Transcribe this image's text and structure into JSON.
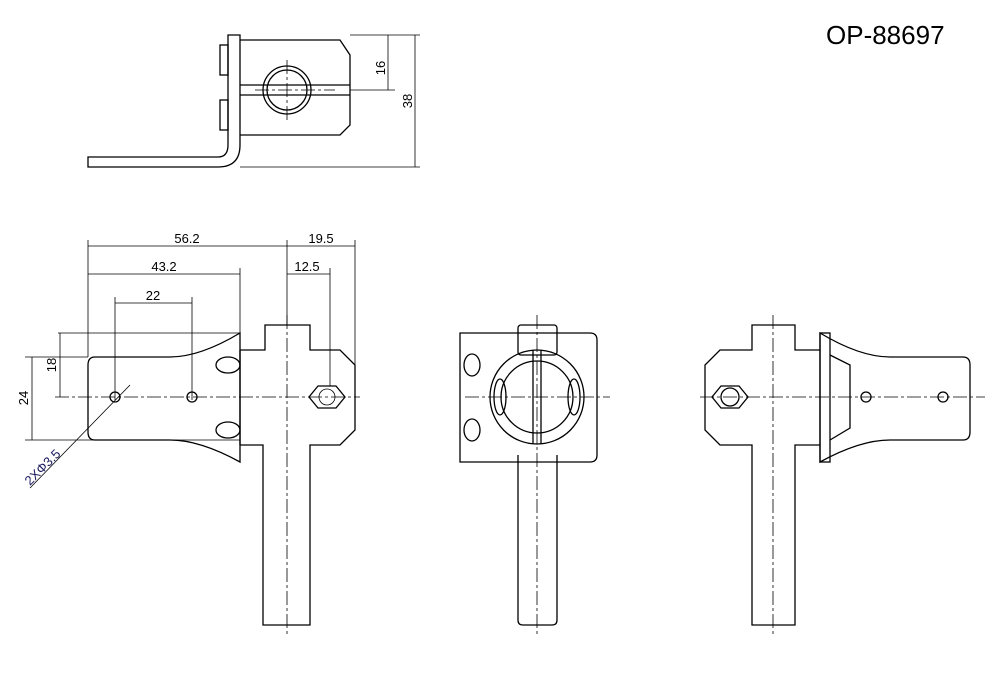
{
  "title": "OP-88697",
  "dimensions": {
    "top_view_height_16": "16",
    "top_view_height_38": "38",
    "width_56_2": "56.2",
    "width_43_2": "43.2",
    "hole_spacing_22": "22",
    "offset_19_5": "19.5",
    "offset_12_5": "12.5",
    "height_18": "18",
    "height_24": "24",
    "hole_note": "2XΦ3.5"
  }
}
